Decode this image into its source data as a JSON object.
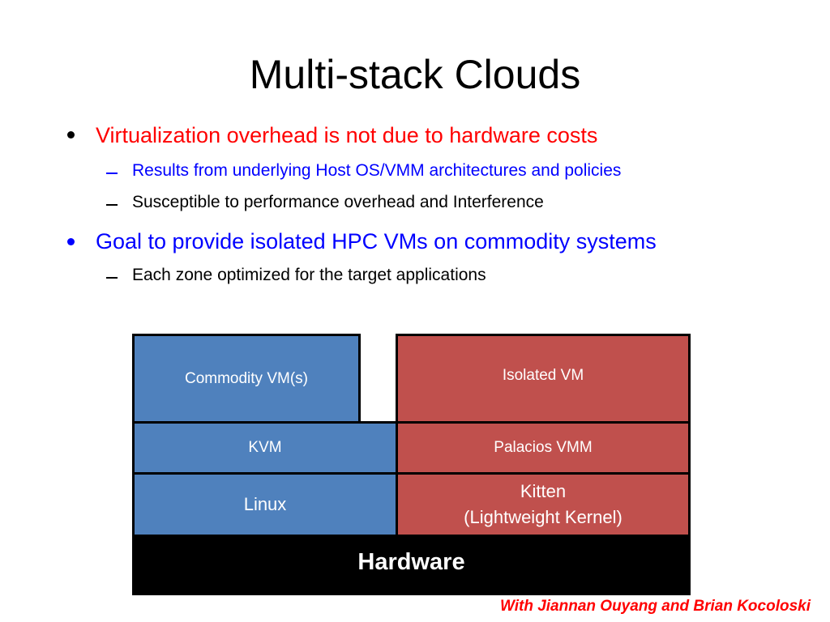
{
  "slide": {
    "title": "Multi-stack Clouds",
    "bullets": [
      {
        "text": "Virtualization overhead is not due to hardware costs",
        "color": "#ff0000",
        "subitems": [
          {
            "text": "Results from underlying Host OS/VMM architectures and policies",
            "color": "#0000ff"
          },
          {
            "text": "Susceptible to performance overhead and Interference",
            "color": "#000000"
          }
        ]
      },
      {
        "text": "Goal to provide isolated HPC VMs on commodity systems",
        "color": "#0000ff",
        "subitems": [
          {
            "text": "Each zone optimized for the target applications",
            "color": "#000000"
          }
        ]
      }
    ]
  },
  "diagram": {
    "commodity_stack": {
      "color": "#4f81bd",
      "layers": [
        "Commodity VM(s)",
        "KVM",
        "Linux"
      ]
    },
    "isolated_stack": {
      "color": "#c0504d",
      "layers": [
        "Isolated VM",
        "Palacios VMM",
        "Kitten\n(Lightweight Kernel)"
      ]
    },
    "hardware": {
      "label": "Hardware",
      "color": "#000000"
    }
  },
  "credit": "With Jiannan Ouyang and Brian Kocoloski"
}
